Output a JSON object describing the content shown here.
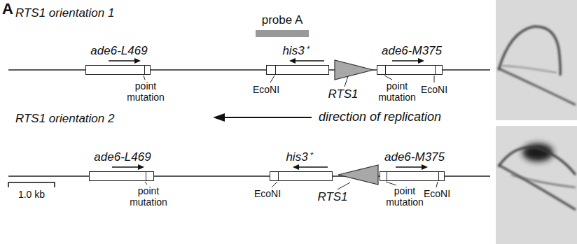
{
  "diagram": {
    "nodes": [
      {
        "text": [
          "probe A"
        ]
      },
      {
        "text": [
          "ade6-L469"
        ]
      },
      {
        "text": [
          "his3⁺"
        ]
      },
      {
        "text": [
          "RTS1"
        ]
      },
      {
        "text": [
          "ade6-M375"
        ]
      },
      {
        "text": [
          "ade6-L469"
        ]
      },
      {
        "text": [
          "his3⁺"
        ]
      },
      {
        "text": [
          "RTS1"
        ]
      },
      {
        "text": [
          "ade6-M375"
        ]
      }
    ],
    "labels": [
      "A",
      "RTS1 orientation 1",
      "point mutation",
      "EcoNI",
      "point mutation",
      "EcoNI",
      "direction of replication",
      "RTS1 orientation 2",
      "point mutation",
      "EcoNI",
      "point mutation",
      "EcoNI",
      "1.0 kb"
    ]
  }
}
